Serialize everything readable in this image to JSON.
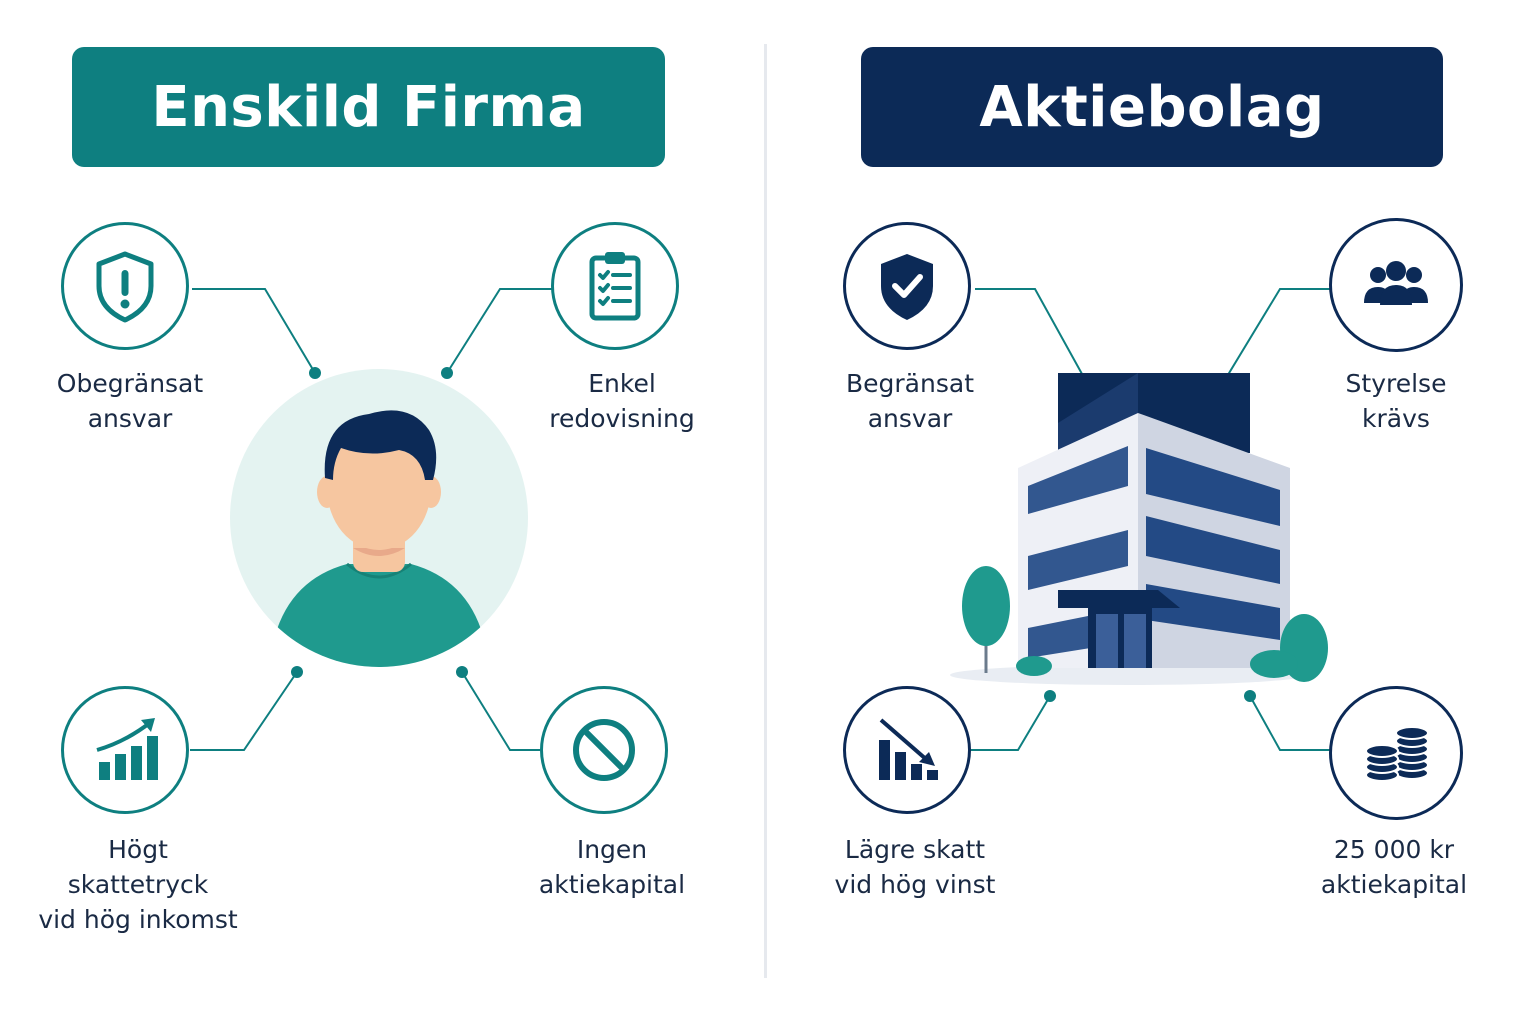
{
  "colors": {
    "teal": "#0e7f80",
    "teal_light": "#e4f3f1",
    "navy": "#0c2a57",
    "text": "#1a2a44"
  },
  "left": {
    "title": "Enskild Firma",
    "items": [
      {
        "label": "Obegränsat\nansvar",
        "icon": "shield-exclamation-icon"
      },
      {
        "label": "Enkel\nredovisning",
        "icon": "clipboard-checklist-icon"
      },
      {
        "label": "Högt\nskattetryck\nvid hög inkomst",
        "icon": "rising-bar-chart-icon"
      },
      {
        "label": "Ingen\naktiekapital",
        "icon": "prohibited-icon"
      }
    ],
    "center": "person-avatar"
  },
  "right": {
    "title": "Aktiebolag",
    "items": [
      {
        "label": "Begränsat\nansvar",
        "icon": "shield-check-icon"
      },
      {
        "label": "Styrelse\nkrävs",
        "icon": "group-people-icon"
      },
      {
        "label": "Lägre skatt\nvid hög vinst",
        "icon": "falling-bar-chart-icon"
      },
      {
        "label": "25 000 kr\naktiekapital",
        "icon": "coin-stacks-icon"
      }
    ],
    "center": "office-building"
  }
}
